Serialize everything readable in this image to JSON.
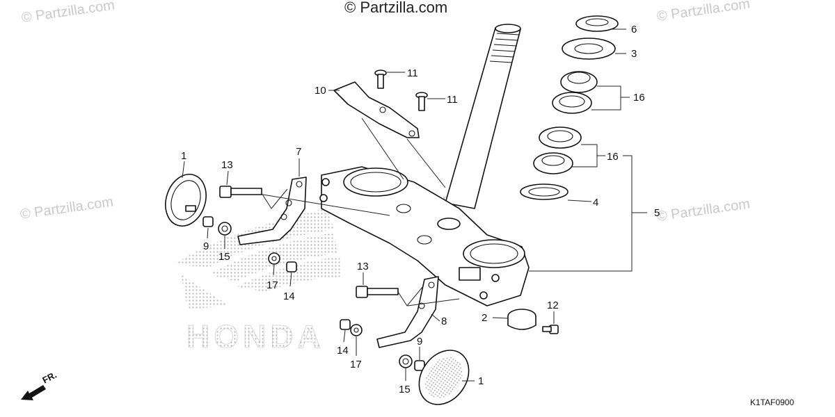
{
  "copyright": "© Partzilla.com",
  "watermark": "© Partzilla.com",
  "brand_watermark": "HONDA",
  "front_arrow_label": "FR.",
  "diagram_code": "K1TAF0900",
  "callouts": {
    "n1a": "1",
    "n1b": "1",
    "n2": "2",
    "n3": "3",
    "n4": "4",
    "n5": "5",
    "n6": "6",
    "n7": "7",
    "n8": "8",
    "n9a": "9",
    "n9b": "9",
    "n10": "10",
    "n11a": "11",
    "n11b": "11",
    "n12": "12",
    "n13a": "13",
    "n13b": "13",
    "n14a": "14",
    "n14b": "14",
    "n15a": "15",
    "n15b": "15",
    "n16a": "16",
    "n16b": "16",
    "n17a": "17",
    "n17b": "17"
  }
}
